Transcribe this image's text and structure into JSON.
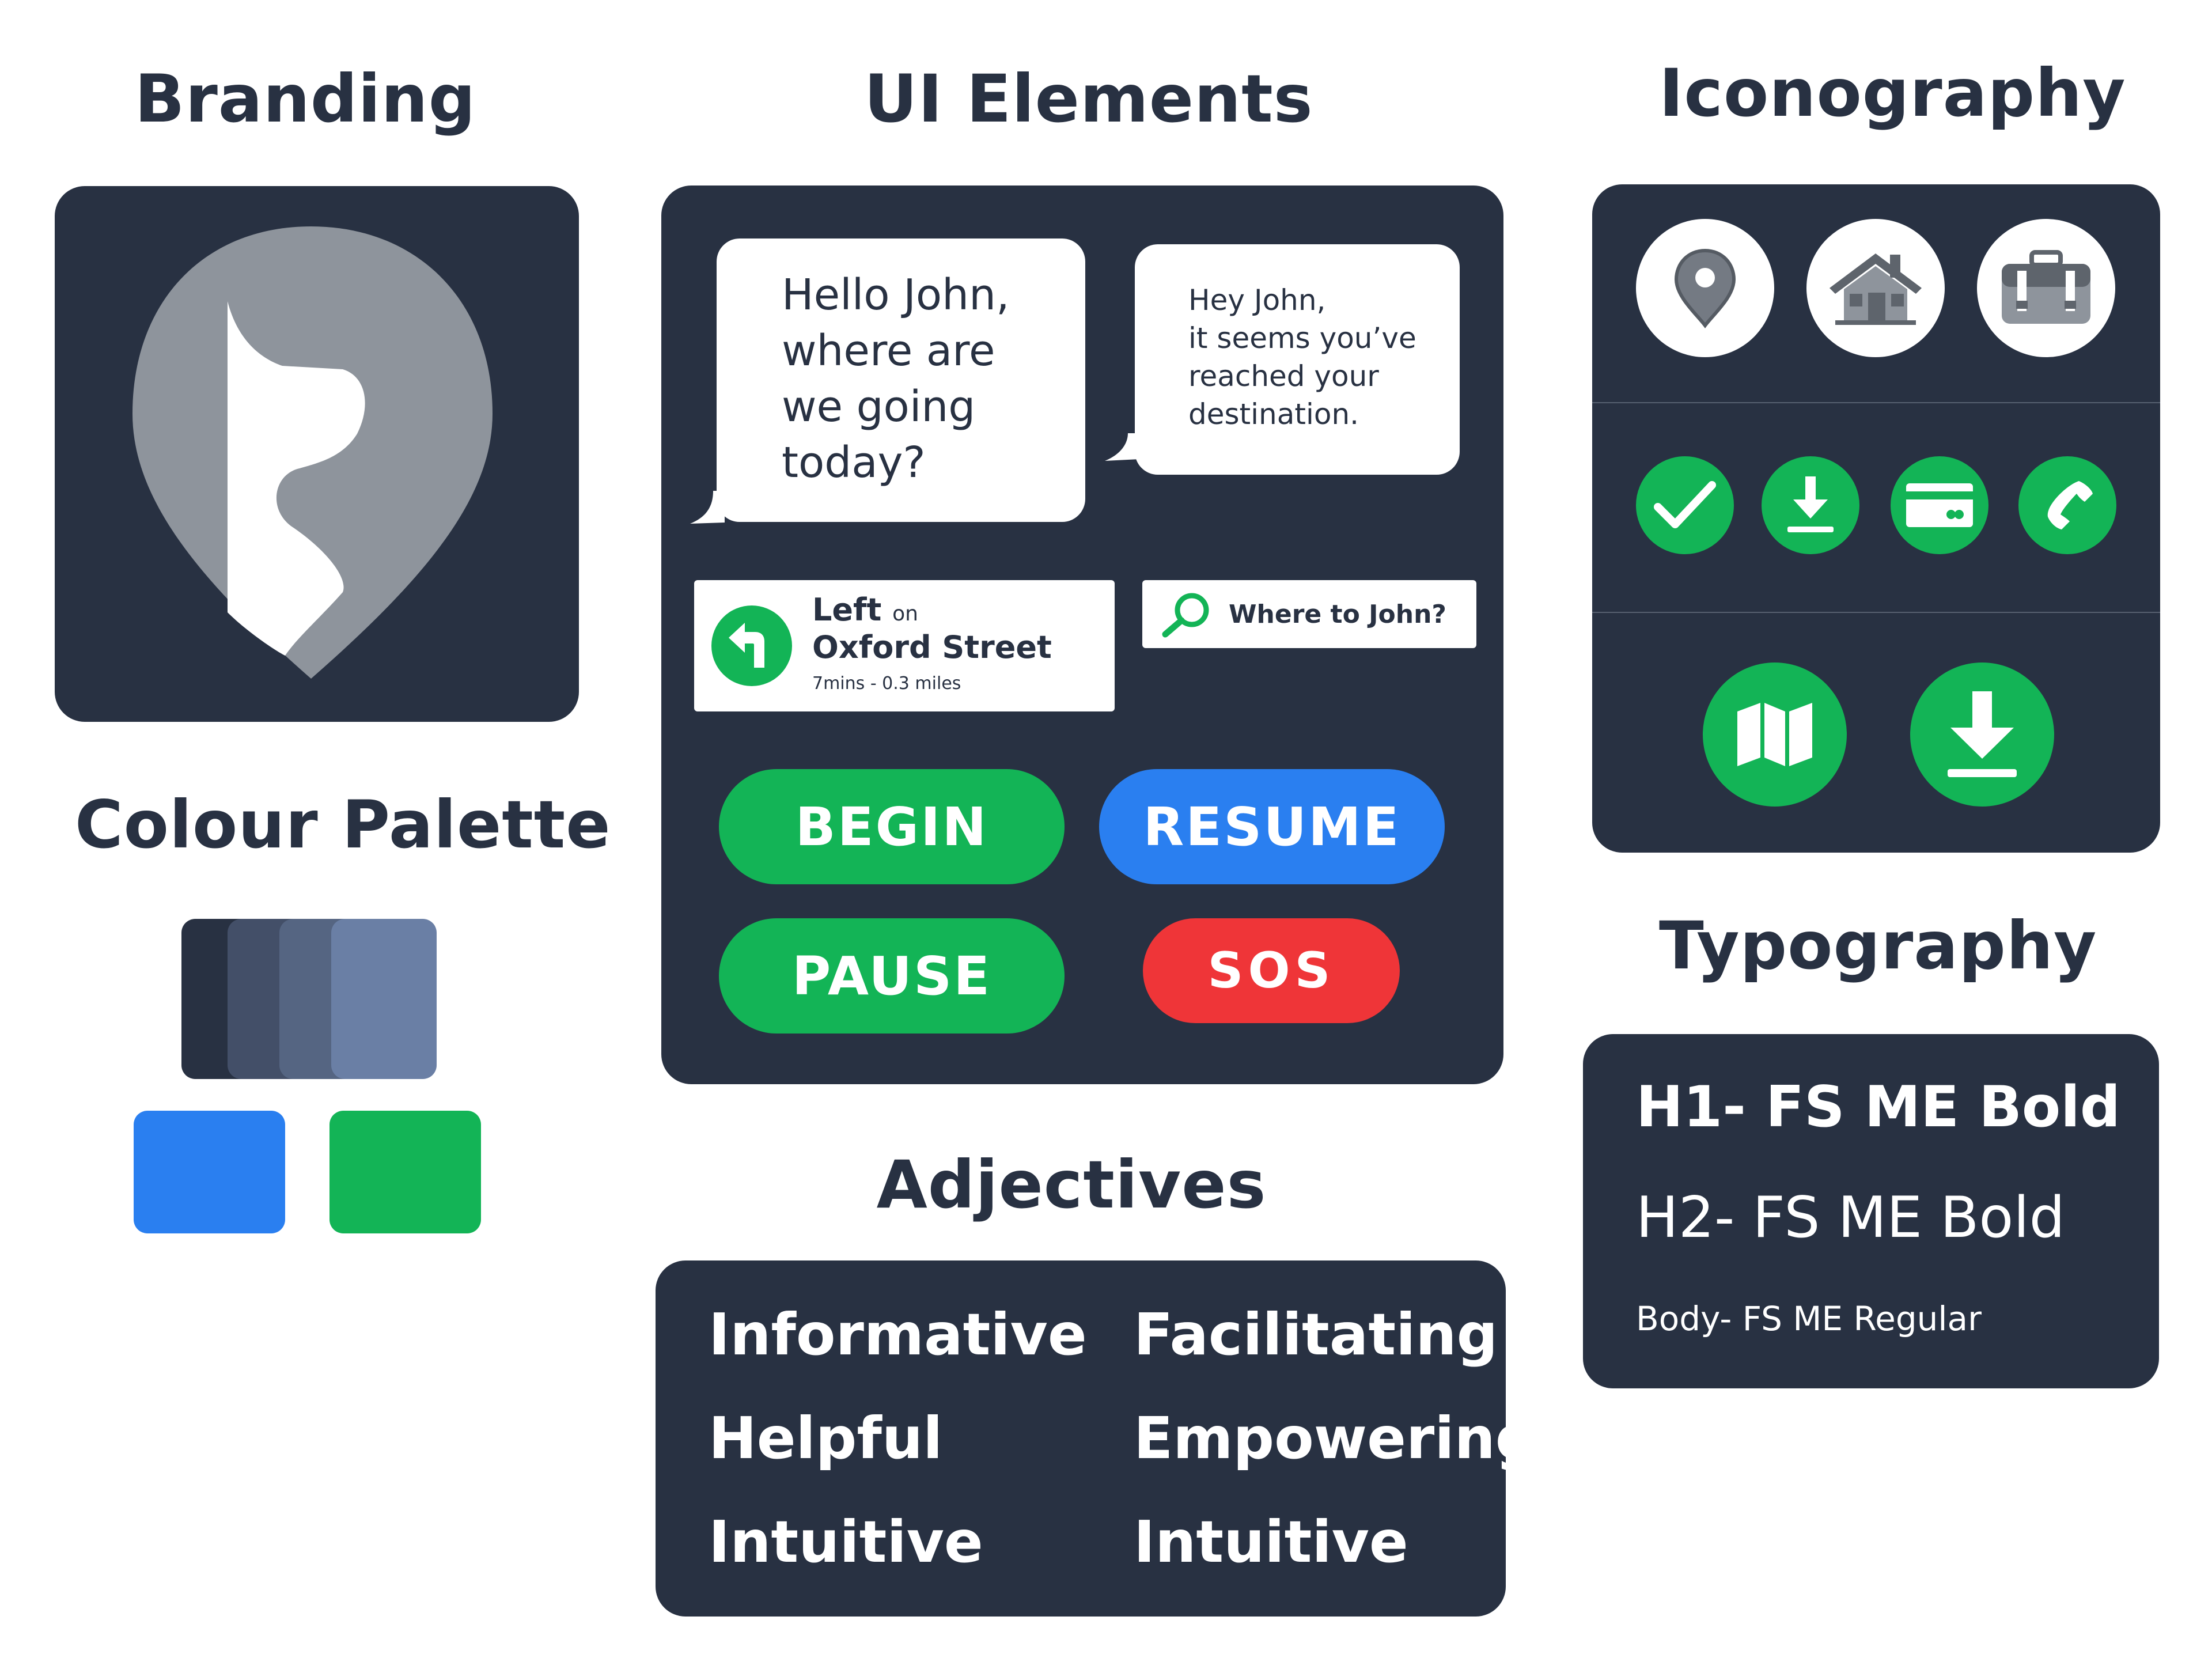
{
  "headings": {
    "branding": "Branding",
    "colour_palette": "Colour Palette",
    "ui_elements": "UI Elements",
    "iconography": "Iconography",
    "typography": "Typography",
    "adjectives": "Adjectives"
  },
  "colors": {
    "navy": "#283142",
    "slate_1": "#434f68",
    "slate_2": "#556582",
    "slate_3": "#6a7fa5",
    "blue": "#2a7ff0",
    "green": "#13b456",
    "red": "#ef3538",
    "logo_grey": "#8e949c"
  },
  "ui_elements": {
    "bubble_1": "Hello John,\nwhere are\nwe going\ntoday?",
    "bubble_2": "Hey John,\nit seems you’ve\nreached your\ndestination.",
    "nav": {
      "direction": "Left",
      "on": "on",
      "street": "Oxford Street",
      "meta": "7mins - 0.3 miles"
    },
    "search": {
      "placeholder": "Where to John?"
    },
    "buttons": {
      "begin": "BEGIN",
      "resume": "RESUME",
      "pause": "PAUSE",
      "sos": "SOS"
    }
  },
  "icons": {
    "row_1": [
      "location-pin-icon",
      "house-icon",
      "briefcase-icon"
    ],
    "row_2": [
      "checkmark-icon",
      "download-icon",
      "credit-card-icon",
      "phone-icon"
    ],
    "row_3": [
      "map-icon",
      "download-icon"
    ]
  },
  "typography": {
    "h1": "H1- FS ME Bold",
    "h2": "H2- FS ME Bold",
    "body": "Body- FS ME Regular"
  },
  "adjectives": {
    "col_1": [
      "Informative",
      "Helpful",
      "Intuitive"
    ],
    "col_2": [
      "Facilitating",
      "Empowering",
      "Intuitive"
    ]
  }
}
